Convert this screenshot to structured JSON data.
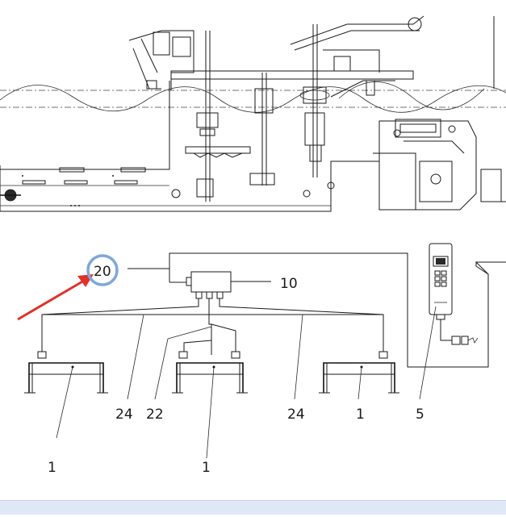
{
  "callouts": {
    "item_20": "20",
    "item_10": "10",
    "item_24_left": "24",
    "item_22": "22",
    "item_24_right": "24",
    "item_1_right": "1",
    "item_5": "5",
    "item_1_bottom_left": "1",
    "item_1_bottom_center": "1"
  },
  "colors": {
    "highlight_circle": "#7fa7d8",
    "arrow": "#e0312b",
    "line": "#1a1a1a",
    "bottom_bar": "#dfe9f6"
  },
  "icons": {
    "arrow": "red-arrow-icon",
    "circle": "highlight-circle-icon"
  }
}
